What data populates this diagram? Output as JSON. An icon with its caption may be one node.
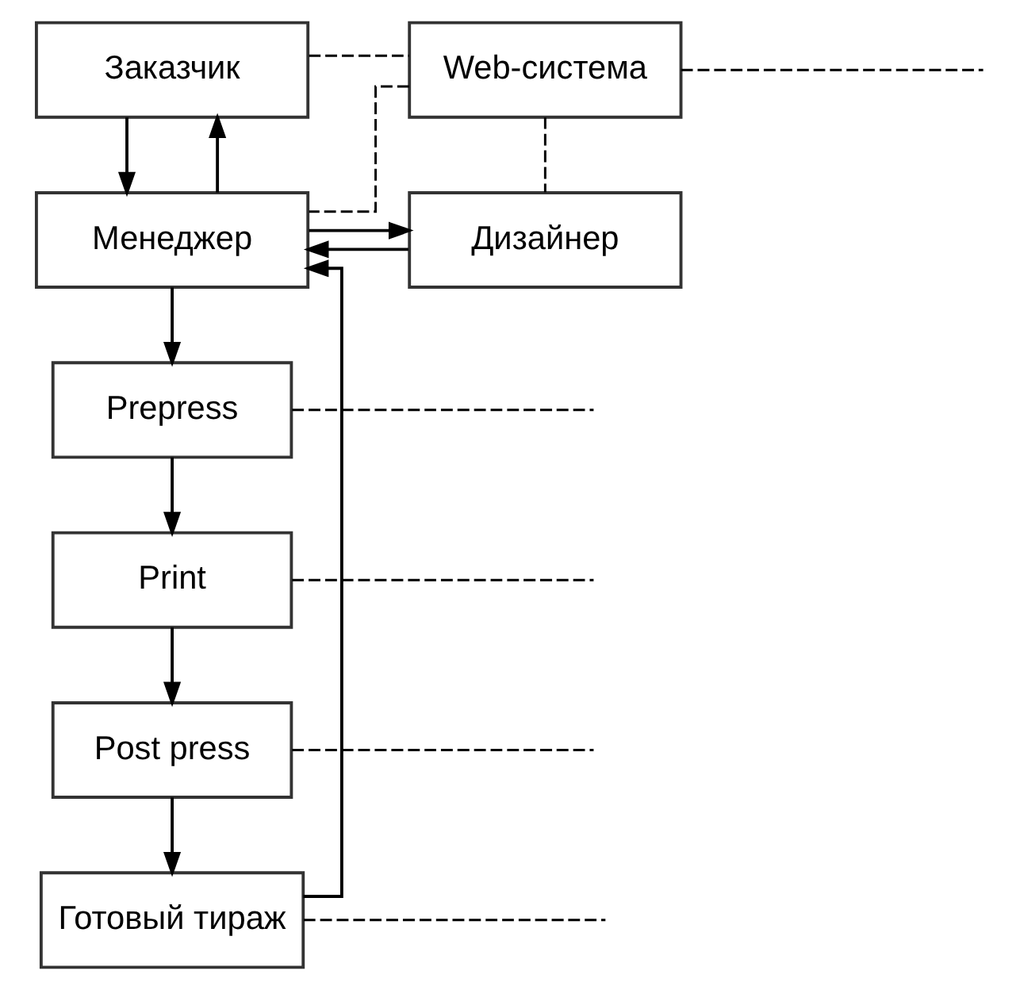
{
  "diagram": {
    "nodes": [
      {
        "text": [
          "Заказчик"
        ]
      },
      {
        "text": [
          "Web-система"
        ]
      },
      {
        "text": [
          "Менеджер"
        ]
      },
      {
        "text": [
          "Дизайнер"
        ]
      },
      {
        "text": [
          "Prepress"
        ]
      },
      {
        "text": [
          "Print"
        ]
      },
      {
        "text": [
          "Post press"
        ]
      },
      {
        "text": [
          "Готовый тираж"
        ]
      }
    ],
    "edges": [
      {
        "from": 0,
        "to": 1,
        "arrow": "none",
        "style": "dashed"
      },
      {
        "from": 1,
        "to": null,
        "arrow": "none",
        "style": "dashed"
      },
      {
        "from": 0,
        "to": 2,
        "arrow": "to"
      },
      {
        "from": 2,
        "to": 0,
        "arrow": "to"
      },
      {
        "from": 1,
        "to": 2,
        "arrow": "none",
        "style": "dashed"
      },
      {
        "from": 1,
        "to": 3,
        "arrow": "none",
        "style": "dashed"
      },
      {
        "from": 2,
        "to": 3,
        "arrow": "to"
      },
      {
        "from": 3,
        "to": 2,
        "arrow": "to"
      },
      {
        "from": 2,
        "to": 4,
        "arrow": "to"
      },
      {
        "from": 4,
        "to": 5,
        "arrow": "to"
      },
      {
        "from": 5,
        "to": 6,
        "arrow": "to"
      },
      {
        "from": 6,
        "to": 7,
        "arrow": "to"
      },
      {
        "from": 7,
        "to": 2,
        "arrow": "to"
      },
      {
        "from": 4,
        "to": null,
        "arrow": "none",
        "style": "dashed"
      },
      {
        "from": 5,
        "to": null,
        "arrow": "none",
        "style": "dashed"
      },
      {
        "from": 6,
        "to": null,
        "arrow": "none",
        "style": "dashed"
      },
      {
        "from": 7,
        "to": null,
        "arrow": "none",
        "style": "dashed"
      }
    ]
  }
}
